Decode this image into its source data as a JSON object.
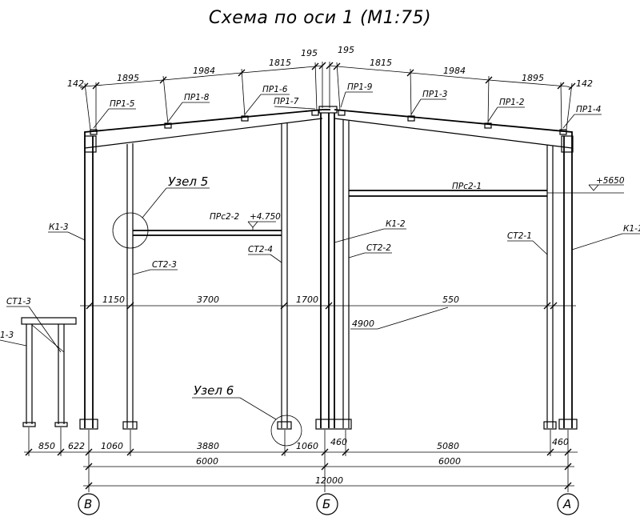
{
  "title": "Схема по оси 1 (М1:75)",
  "top_dims": {
    "left": [
      "142",
      "1895",
      "1984",
      "1815",
      "195"
    ],
    "right": [
      "195",
      "1815",
      "1984",
      "1895",
      "142"
    ]
  },
  "purlins": [
    "ПР1-5",
    "ПР1-8",
    "ПР1-6",
    "ПР1-7",
    "ПР1-9",
    "ПР1-3",
    "ПР1-2",
    "ПР1-4"
  ],
  "members": {
    "k1_3": "К1-3",
    "k1_2": "К1-2",
    "k1_1": "К1-1",
    "st2_3": "СТ2-3",
    "st2_4": "СТ2-4",
    "st2_2": "СТ2-2",
    "st2_1": "СТ2-1",
    "st1_3_top": "СТ1-3",
    "st1_3_left": "1-3"
  },
  "beams": {
    "left_label": "ПРс2-2",
    "left_level": "+4.750",
    "right_label": "ПРс2-1",
    "right_level": "+5650"
  },
  "nodes": {
    "node5": "Узел 5",
    "node6": "Узел 6"
  },
  "mid_dims": [
    "1150",
    "3700",
    "1700",
    "550",
    "4900"
  ],
  "bottom_dims": {
    "row1": [
      "850",
      "622",
      "1060",
      "3880",
      "1060",
      "460",
      "5080",
      "460"
    ],
    "row2": [
      "6000",
      "6000"
    ],
    "row3": "12000"
  },
  "axes": [
    "В",
    "Б",
    "А"
  ]
}
